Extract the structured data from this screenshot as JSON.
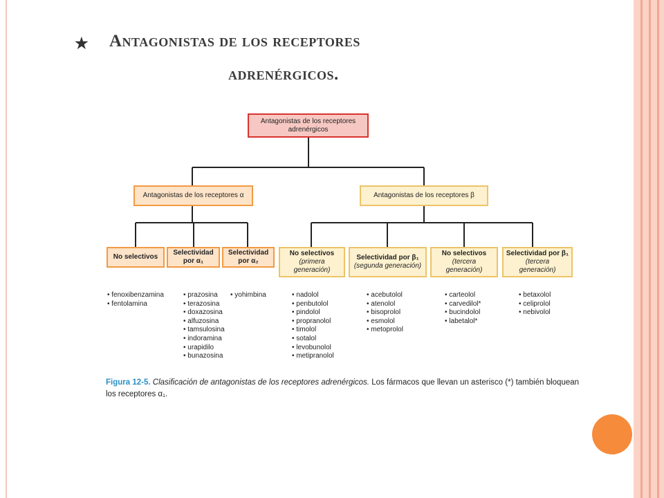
{
  "title": {
    "star": "★",
    "line1": "Antagonistas de los receptores",
    "line2": "adrenérgicos."
  },
  "diagram": {
    "root": {
      "line1": "Antagonistas de los receptores",
      "line2": "adrenérgicos"
    },
    "alpha_branch": {
      "label": "Antagonistas de los receptores α"
    },
    "beta_branch": {
      "label": "Antagonistas de los receptores β"
    },
    "alpha_children": [
      {
        "label": "No selectivos"
      },
      {
        "label_main": "Selectividad",
        "label_sub": "por α₁"
      },
      {
        "label_main": "Selectividad",
        "label_sub": "por α₂"
      }
    ],
    "beta_children": [
      {
        "label_main": "No selectivos",
        "label_sub": "(primera generación)"
      },
      {
        "label_main": "Selectividad por β₁",
        "label_sub": "(segunda generación)"
      },
      {
        "label_main": "No selectivos",
        "label_sub": "(tercera generación)"
      },
      {
        "label_main": "Selectividad por β₁",
        "label_sub": "(tercera generación)"
      }
    ]
  },
  "drug_lists": {
    "alpha_nonselective": [
      "• fenoxibenzamina",
      "• fentolamina"
    ],
    "alpha1": [
      "• prazosina",
      "• terazosina",
      "• doxazosina",
      "• alfuzosina",
      "• tamsulosina",
      "• indoramina",
      "• urapidilo",
      "• bunazosina"
    ],
    "alpha2": [
      "• yohimbina"
    ],
    "beta_first": [
      "• nadolol",
      "• penbutolol",
      "• pindolol",
      "• propranolol",
      "• timolol",
      "• sotalol",
      "• levobunolol",
      "• metipranolol"
    ],
    "beta_second": [
      "• acebutolol",
      "• atenolol",
      "• bisoprolol",
      "• esmolol",
      "• metoprolol"
    ],
    "beta_third_nonselective": [
      "• carteolol",
      "• carvedilol*",
      "• bucindolol",
      "• labetalol*"
    ],
    "beta_third_selective": [
      "• betaxolol",
      "• celiprolol",
      "• nebivolol"
    ]
  },
  "caption": {
    "figure": "Figura 12-5.",
    "emphasis": "Clasificación de antagonistas de los receptores adrenérgicos.",
    "text": "Los fármacos que llevan un asterisco (*) también bloquean los receptores α₁."
  },
  "colors": {
    "root_border": "#d9332d",
    "branch_border": "#f29a43",
    "beta_border": "#ecc467",
    "caption_figure": "#2a8fc6",
    "accent_circle": "#f68b3c"
  }
}
